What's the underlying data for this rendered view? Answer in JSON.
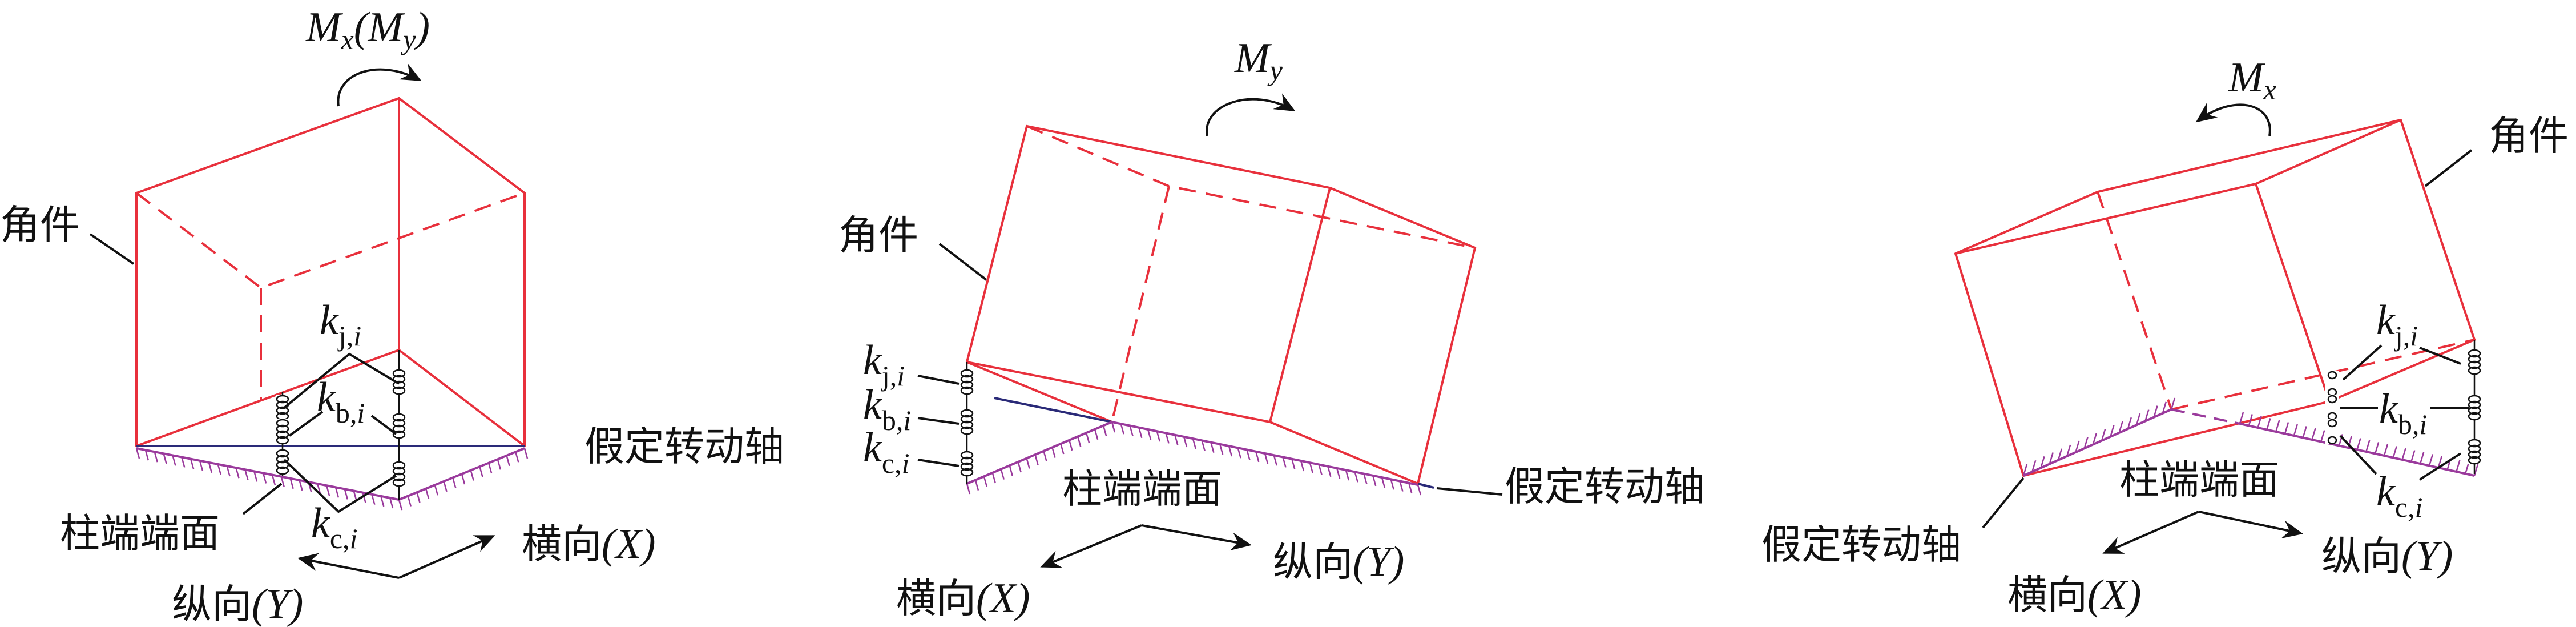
{
  "colors": {
    "corner_fitting": "#e8303c",
    "column_end_face": "#9a3a9c",
    "rotation_axis": "#2a2a78",
    "annotation": "#111111"
  },
  "panels": [
    {
      "moment": {
        "main": "M",
        "sub": "x",
        "paren_open": "(",
        "main2": "M",
        "sub2": "y",
        "paren_close": ")"
      },
      "corner_fitting": "角件",
      "rotation_axis": "假定转动轴",
      "column_end_face": "柱端端面",
      "k_j": {
        "main": "k",
        "sub_a": "j,",
        "sub_b": "i"
      },
      "k_b": {
        "main": "k",
        "sub_a": "b,",
        "sub_b": "i"
      },
      "k_c": {
        "main": "k",
        "sub_a": "c,",
        "sub_b": "i"
      },
      "transverse": {
        "cn": "横向",
        "var": "(X)"
      },
      "longitudinal": {
        "cn": "纵向",
        "var": "(Y)"
      }
    },
    {
      "moment": {
        "main": "M",
        "sub": "y"
      },
      "corner_fitting": "角件",
      "rotation_axis": "假定转动轴",
      "column_end_face": "柱端端面",
      "k_j": {
        "main": "k",
        "sub_a": "j,",
        "sub_b": "i"
      },
      "k_b": {
        "main": "k",
        "sub_a": "b,",
        "sub_b": "i"
      },
      "k_c": {
        "main": "k",
        "sub_a": "c,",
        "sub_b": "i"
      },
      "transverse": {
        "cn": "横向",
        "var": "(X)"
      },
      "longitudinal": {
        "cn": "纵向",
        "var": "(Y)"
      }
    },
    {
      "moment": {
        "main": "M",
        "sub": "x"
      },
      "corner_fitting": "角件",
      "rotation_axis": "假定转动轴",
      "column_end_face": "柱端端面",
      "k_j": {
        "main": "k",
        "sub_a": "j,",
        "sub_b": "i"
      },
      "k_b": {
        "main": "k",
        "sub_a": "b,",
        "sub_b": "i"
      },
      "k_c": {
        "main": "k",
        "sub_a": "c,",
        "sub_b": "i"
      },
      "transverse": {
        "cn": "横向",
        "var": "(X)"
      },
      "longitudinal": {
        "cn": "纵向",
        "var": "(Y)"
      }
    }
  ]
}
